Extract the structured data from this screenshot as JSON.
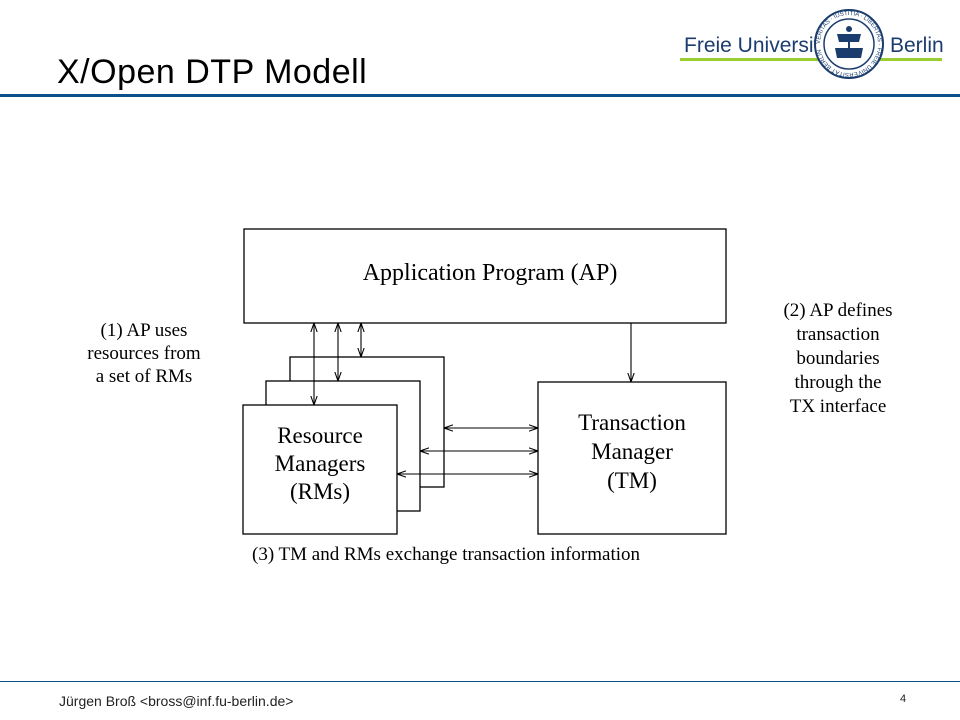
{
  "slide": {
    "title": "X/Open DTP Modell",
    "page_number": "4",
    "author": "Jürgen Broß <bross@inf.fu-berlin.de>"
  },
  "logo": {
    "left_text": "Freie Universität",
    "right_text": "Berlin",
    "seal_text": "VERITAS · IUSTITIA · LIBERTAS · FREIE UNIVERSITÄT BERLIN",
    "text_color": "#1b3d6e",
    "accent_color": "#9acd32"
  },
  "diagram": {
    "app_program": "Application Program (AP)",
    "resource_managers": [
      "Resource",
      "Managers",
      "(RMs)"
    ],
    "transaction_manager": [
      "Transaction",
      "Manager",
      "(TM)"
    ],
    "note_left": [
      "(1) AP uses",
      "resources from",
      "a set of RMs"
    ],
    "note_right": [
      "(2) AP defines",
      "transaction",
      "boundaries",
      "through the",
      "TX interface"
    ],
    "note_bottom": "(3) TM and RMs exchange transaction information"
  },
  "colors": {
    "header_rule": "#0b4f8c"
  }
}
